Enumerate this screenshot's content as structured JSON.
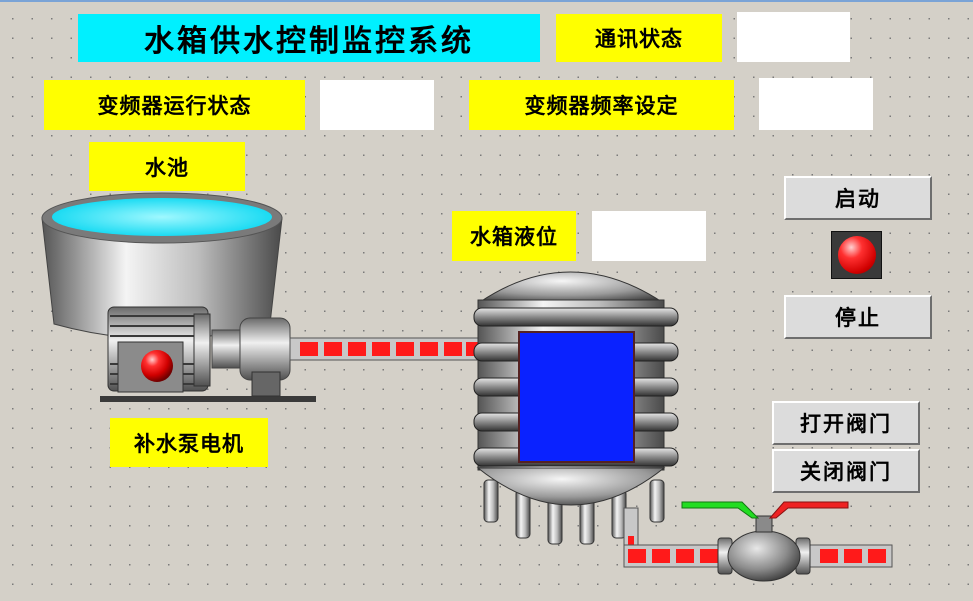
{
  "header": {
    "title": "水箱供水控制监控系统",
    "comm_status_label": "通讯状态",
    "comm_status_value": ""
  },
  "vfd": {
    "run_status_label": "变频器运行状态",
    "run_status_value": "",
    "freq_set_label": "变频器频率设定",
    "freq_set_value": ""
  },
  "pool": {
    "label": "水池"
  },
  "tank": {
    "level_label": "水箱液位",
    "level_value": ""
  },
  "pump": {
    "label": "补水泵电机"
  },
  "controls": {
    "start_label": "启动",
    "stop_label": "停止",
    "open_valve_label": "打开阀门",
    "close_valve_label": "关闭阀门"
  },
  "colors": {
    "title_bg": "#00f0ff",
    "label_bg": "#ffff00",
    "water": "#00e5ff",
    "tank_window": "#0a22ff",
    "pipe_flow": "#ff1a1a",
    "indicator_off": "#ff0000",
    "valve_open_handle": "#22dd22",
    "valve_close_handle": "#ee2222"
  },
  "icons": {
    "pump_indicator": "red-lamp-icon",
    "start_indicator": "red-lamp-icon",
    "pool": "water-pool-icon",
    "tank": "water-tank-icon",
    "motor": "pump-motor-icon",
    "valve": "ball-valve-icon"
  }
}
